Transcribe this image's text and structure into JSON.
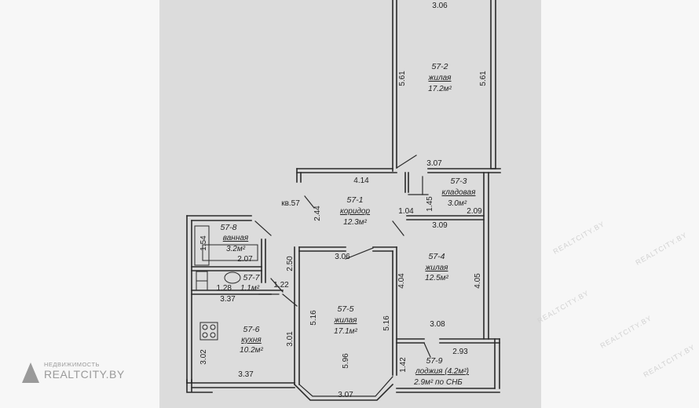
{
  "rooms": {
    "r1": {
      "num": "57-1",
      "name": "коридор",
      "area": "12.3м²"
    },
    "r2": {
      "num": "57-2",
      "name": "жилая",
      "area": "17.2м²"
    },
    "r3": {
      "num": "57-3",
      "name": "кладовая",
      "area": "3.0м²"
    },
    "r4": {
      "num": "57-4",
      "name": "жилая",
      "area": "12.5м²"
    },
    "r5": {
      "num": "57-5",
      "name": "жилая",
      "area": "17.1м²"
    },
    "r6": {
      "num": "57-6",
      "name": "кухня",
      "area": "10.2м²"
    },
    "r7": {
      "num": "57-7",
      "area": "1.1м²"
    },
    "r8": {
      "num": "57-8",
      "name": "ванная",
      "area": "3.2м²"
    },
    "r9": {
      "num": "57-9",
      "name": "лоджия (4.2м²)",
      "area": "2.9м² по СНБ"
    }
  },
  "dimensions": {
    "d306_top": "3.06",
    "d561_left": "5.61",
    "d561_right": "5.61",
    "d414": "4.14",
    "d307_mid": "3.07",
    "d057": "кв.57",
    "d244": "2.44",
    "d145": "1.45",
    "d104": "1.04",
    "d209": "2.09",
    "d309": "3.09",
    "d154": "1.54",
    "d207": "2.07",
    "d250": "2.50",
    "d306_mid": "3.06",
    "d128": "1.28",
    "d122": "1.22",
    "d337_top": "3.37",
    "d404": "4.04",
    "d405": "4.05",
    "d516_left": "5.16",
    "d516_right": "5.16",
    "d308": "3.08",
    "d301": "3.01",
    "d302": "3.02",
    "d293": "2.93",
    "d142": "1.42",
    "d596": "5.96",
    "d337_bot": "3.37",
    "d307_bot": "3.07"
  },
  "watermark": {
    "small": "НЕДВИЖИМОСТЬ",
    "big": "REALTCITY.BY",
    "faint": "REALTCITY.BY"
  },
  "colors": {
    "paper": "#dcdcdc",
    "ink": "#2a2a2a",
    "background": "#f7f7f7"
  }
}
